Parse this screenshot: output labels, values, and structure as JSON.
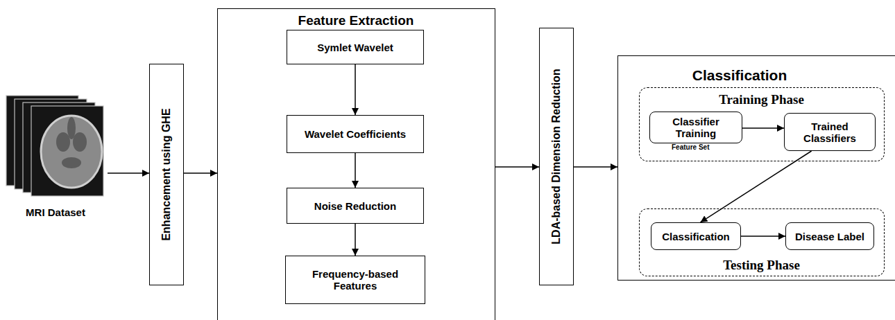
{
  "diagram": {
    "nodes": [
      {
        "text": [
          "MRI Dataset"
        ]
      },
      {
        "text": [
          "Enhancement using GHE"
        ]
      },
      {
        "text": [
          "Feature Extraction"
        ]
      },
      {
        "text": [
          "Symlet Wavelet"
        ],
        "in": 2
      },
      {
        "text": [
          "Wavelet Coefficients"
        ],
        "in": 2
      },
      {
        "text": [
          "Noise Reduction"
        ],
        "in": 2
      },
      {
        "text": [
          "Frequency-based Features"
        ],
        "in": 2
      },
      {
        "text": [
          "LDA-based Dimension Reduction"
        ]
      },
      {
        "text": [
          "Classification"
        ]
      },
      {
        "text": [
          "Training Phase"
        ],
        "in": 8
      },
      {
        "text": [
          "Classifier Training"
        ],
        "in": 9
      },
      {
        "text": [
          "Trained Classifiers"
        ],
        "in": 9
      },
      {
        "text": [
          "Testing Phase"
        ],
        "in": 8
      },
      {
        "text": [
          "Classification"
        ],
        "in": 12
      },
      {
        "text": [
          "Disease Label"
        ],
        "in": 12
      }
    ],
    "edges": [
      {
        "from": 0,
        "to": 1,
        "arrow": "to"
      },
      {
        "from": 1,
        "to": 2,
        "arrow": "to"
      },
      {
        "from": 3,
        "to": 4,
        "arrow": "to"
      },
      {
        "from": 4,
        "to": 5,
        "arrow": "to"
      },
      {
        "from": 5,
        "to": 6,
        "arrow": "to"
      },
      {
        "from": 2,
        "to": 7,
        "arrow": "to"
      },
      {
        "from": 7,
        "to": 8,
        "arrow": "to"
      },
      {
        "from": 10,
        "to": 11,
        "arrow": "to"
      },
      {
        "from": 11,
        "to": 13,
        "arrow": "to"
      },
      {
        "from": 13,
        "to": 14,
        "arrow": "to"
      }
    ],
    "labels": [
      "Feature Set"
    ]
  }
}
